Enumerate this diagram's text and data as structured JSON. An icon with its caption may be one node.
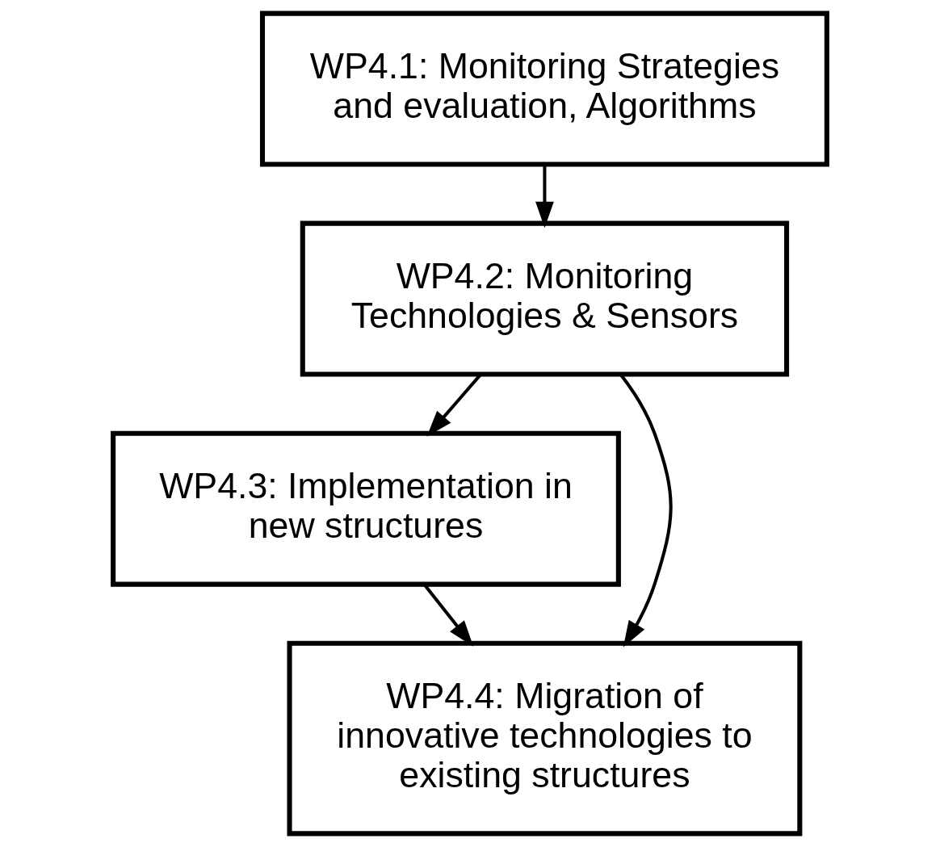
{
  "diagram": {
    "nodes": [
      {
        "text": [
          "WP4.1: Monitoring Strategies and evaluation, Algorithms"
        ]
      },
      {
        "text": [
          "WP4.2: Monitoring Technologies & Sensors"
        ]
      },
      {
        "text": [
          "WP4.3: Implementation in new structures"
        ]
      },
      {
        "text": [
          "WP4.4: Migration of innovative technologies to existing structures"
        ]
      }
    ],
    "edges": [
      {
        "from": 0,
        "to": 1,
        "arrow": "to"
      },
      {
        "from": 1,
        "to": 2,
        "arrow": "to"
      },
      {
        "from": 2,
        "to": 3,
        "arrow": "to"
      },
      {
        "from": 1,
        "to": 3,
        "arrow": "to"
      }
    ]
  }
}
